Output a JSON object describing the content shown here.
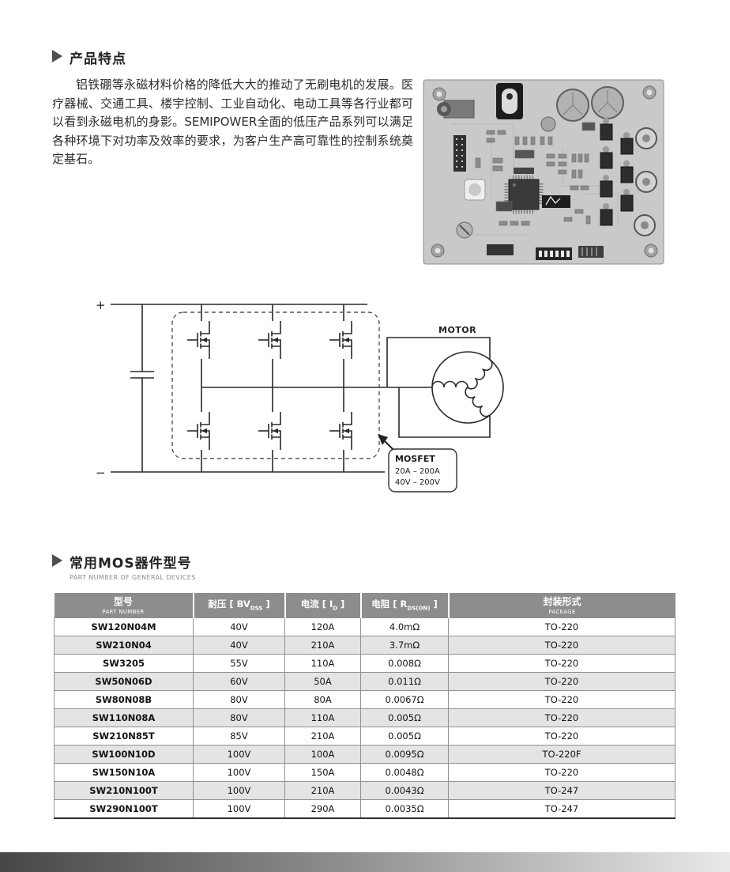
{
  "features": {
    "title": "产品特点",
    "paragraph": "铝铁硼等永磁材料价格的降低大大的推动了无刷电机的发展。医疗器械、交通工具、楼宇控制、工业自动化、电动工具等各行业都可以看到永磁电机的身影。SEMIPOWER全面的低压产品系列可以满足各种环境下对功率及效率的要求，为客户生产高可靠性的控制系统奠定基石。"
  },
  "diagram": {
    "plus": "+",
    "minus": "−",
    "motor_label": "MOTOR",
    "callout": {
      "title": "MOSFET",
      "current_range": "20A – 200A",
      "voltage_range": "40V – 200V"
    }
  },
  "devices": {
    "title": "常用MOS器件型号",
    "subtitle": "PART NUMBER OF GENERAL DEVICES"
  },
  "table": {
    "headers": {
      "part": {
        "zh": "型号",
        "en": "PART NUMBER"
      },
      "voltage": {
        "pre": "耐压 [ BV",
        "sub": "DSS",
        "post": " ]"
      },
      "current": {
        "pre": "电流 [ I",
        "sub": "D",
        "post": " ]"
      },
      "resistance": {
        "pre": "电阻 [ R",
        "sub": "DS(ON)",
        "post": " ]"
      },
      "package": {
        "zh": "封装形式",
        "en": "PACKAGE"
      }
    },
    "rows": [
      {
        "part": "SW120N04M",
        "voltage": "40V",
        "current": "120A",
        "resistance": "4.0mΩ",
        "package": "TO-220"
      },
      {
        "part": "SW210N04",
        "voltage": "40V",
        "current": "210A",
        "resistance": "3.7mΩ",
        "package": "TO-220"
      },
      {
        "part": "SW3205",
        "voltage": "55V",
        "current": "110A",
        "resistance": "0.008Ω",
        "package": "TO-220"
      },
      {
        "part": "SW50N06D",
        "voltage": "60V",
        "current": "50A",
        "resistance": "0.011Ω",
        "package": "TO-220"
      },
      {
        "part": "SW80N08B",
        "voltage": "80V",
        "current": "80A",
        "resistance": "0.0067Ω",
        "package": "TO-220"
      },
      {
        "part": "SW110N08A",
        "voltage": "80V",
        "current": "110A",
        "resistance": "0.005Ω",
        "package": "TO-220"
      },
      {
        "part": "SW210N85T",
        "voltage": "85V",
        "current": "210A",
        "resistance": "0.005Ω",
        "package": "TO-220"
      },
      {
        "part": "SW100N10D",
        "voltage": "100V",
        "current": "100A",
        "resistance": "0.0095Ω",
        "package": "TO-220F"
      },
      {
        "part": "SW150N10A",
        "voltage": "100V",
        "current": "150A",
        "resistance": "0.0048Ω",
        "package": "TO-220"
      },
      {
        "part": "SW210N100T",
        "voltage": "100V",
        "current": "210A",
        "resistance": "0.0043Ω",
        "package": "TO-247"
      },
      {
        "part": "SW290N100T",
        "voltage": "100V",
        "current": "290A",
        "resistance": "0.0035Ω",
        "package": "TO-247"
      }
    ]
  },
  "colors": {
    "table_header_bg": "#8d8d8d",
    "row_stripe": "#e4e4e4",
    "footer_gradient_start": "#474747",
    "footer_gradient_end": "#e9e9e9"
  }
}
